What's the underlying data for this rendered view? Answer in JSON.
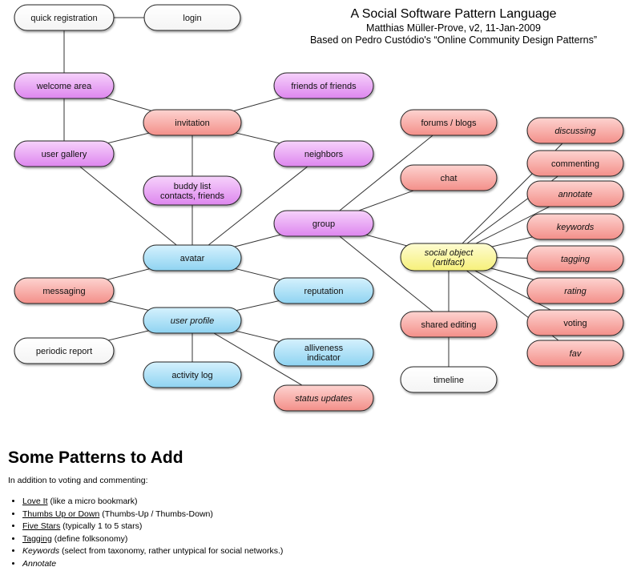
{
  "title": {
    "main": "A Social Software Pattern Language",
    "author": "Matthias Müller-Prove, v2, 11-Jan-2009",
    "credit": "Based on Pedro Custódio's “Online Community Design Patterns”"
  },
  "colors": {
    "white": "#ffffff",
    "purple": "#e79cf3",
    "red": "#f8a7a2",
    "blue": "#a6def6",
    "yellow": "#fbf79a"
  },
  "nodes": [
    {
      "id": "quick-registration",
      "lines": [
        "quick registration"
      ],
      "color": "white"
    },
    {
      "id": "login",
      "lines": [
        "login"
      ],
      "color": "white"
    },
    {
      "id": "welcome-area",
      "lines": [
        "welcome area"
      ],
      "color": "purple"
    },
    {
      "id": "friends-of-friends",
      "lines": [
        "friends of friends"
      ],
      "color": "purple"
    },
    {
      "id": "invitation",
      "lines": [
        "invitation"
      ],
      "color": "red"
    },
    {
      "id": "user-gallery",
      "lines": [
        "user gallery"
      ],
      "color": "purple"
    },
    {
      "id": "neighbors",
      "lines": [
        "neighbors"
      ],
      "color": "purple"
    },
    {
      "id": "buddy-list",
      "lines": [
        "buddy list",
        "contacts, friends"
      ],
      "color": "purple"
    },
    {
      "id": "forums-blogs",
      "lines": [
        "forums / blogs"
      ],
      "color": "red"
    },
    {
      "id": "chat",
      "lines": [
        "chat"
      ],
      "color": "red"
    },
    {
      "id": "group",
      "lines": [
        "group"
      ],
      "color": "purple"
    },
    {
      "id": "avatar",
      "lines": [
        "avatar"
      ],
      "color": "blue"
    },
    {
      "id": "messaging",
      "lines": [
        "messaging"
      ],
      "color": "red"
    },
    {
      "id": "reputation",
      "lines": [
        "reputation"
      ],
      "color": "blue"
    },
    {
      "id": "user-profile",
      "lines": [
        "user profile"
      ],
      "color": "blue",
      "italic": true
    },
    {
      "id": "periodic-report",
      "lines": [
        "periodic report"
      ],
      "color": "white"
    },
    {
      "id": "alliveness",
      "lines": [
        "alliveness",
        "indicator"
      ],
      "color": "blue"
    },
    {
      "id": "activity-log",
      "lines": [
        "activity log"
      ],
      "color": "blue"
    },
    {
      "id": "status-updates",
      "lines": [
        "status updates"
      ],
      "color": "red",
      "italic": true
    },
    {
      "id": "social-object",
      "lines": [
        "social object",
        "(artifact)"
      ],
      "color": "yellow",
      "italic": true
    },
    {
      "id": "shared-editing",
      "lines": [
        "shared editing"
      ],
      "color": "red"
    },
    {
      "id": "timeline",
      "lines": [
        "timeline"
      ],
      "color": "white"
    },
    {
      "id": "discussing",
      "lines": [
        "discussing"
      ],
      "color": "red",
      "italic": true
    },
    {
      "id": "commenting",
      "lines": [
        "commenting"
      ],
      "color": "red"
    },
    {
      "id": "annotate",
      "lines": [
        "annotate"
      ],
      "color": "red",
      "italic": true
    },
    {
      "id": "keywords",
      "lines": [
        "keywords"
      ],
      "color": "red",
      "italic": true
    },
    {
      "id": "tagging",
      "lines": [
        "tagging"
      ],
      "color": "red",
      "italic": true
    },
    {
      "id": "rating",
      "lines": [
        "rating"
      ],
      "color": "red",
      "italic": true
    },
    {
      "id": "voting",
      "lines": [
        "voting"
      ],
      "color": "red"
    },
    {
      "id": "fav",
      "lines": [
        "fav"
      ],
      "color": "red",
      "italic": true
    }
  ],
  "edges": [
    [
      "quick-registration",
      "login"
    ],
    [
      "quick-registration",
      "welcome-area"
    ],
    [
      "welcome-area",
      "invitation"
    ],
    [
      "welcome-area",
      "user-gallery"
    ],
    [
      "friends-of-friends",
      "invitation"
    ],
    [
      "invitation",
      "user-gallery"
    ],
    [
      "invitation",
      "neighbors"
    ],
    [
      "invitation",
      "avatar"
    ],
    [
      "user-gallery",
      "avatar"
    ],
    [
      "neighbors",
      "avatar"
    ],
    [
      "group",
      "avatar"
    ],
    [
      "group",
      "forums-blogs"
    ],
    [
      "group",
      "chat"
    ],
    [
      "group",
      "social-object"
    ],
    [
      "group",
      "shared-editing"
    ],
    [
      "avatar",
      "messaging"
    ],
    [
      "avatar",
      "reputation"
    ],
    [
      "messaging",
      "user-profile"
    ],
    [
      "reputation",
      "user-profile"
    ],
    [
      "user-profile",
      "periodic-report"
    ],
    [
      "user-profile",
      "alliveness"
    ],
    [
      "user-profile",
      "activity-log"
    ],
    [
      "user-profile",
      "status-updates"
    ],
    [
      "social-object",
      "discussing"
    ],
    [
      "social-object",
      "commenting"
    ],
    [
      "social-object",
      "annotate"
    ],
    [
      "social-object",
      "keywords"
    ],
    [
      "social-object",
      "tagging"
    ],
    [
      "social-object",
      "rating"
    ],
    [
      "social-object",
      "voting"
    ],
    [
      "social-object",
      "fav"
    ],
    [
      "social-object",
      "shared-editing"
    ],
    [
      "shared-editing",
      "timeline"
    ]
  ],
  "section": {
    "heading": "Some Patterns to Add",
    "intro": "In addition to voting and commenting:",
    "items": [
      {
        "term": "Love It",
        "desc": " (like a micro bookmark)",
        "style": "underline"
      },
      {
        "term": "Thumbs Up or Down",
        "desc": " (Thumbs-Up / Thumbs-Down)",
        "style": "underline"
      },
      {
        "term": "Five Stars",
        "desc": " (typically 1 to 5 stars)",
        "style": "underline"
      },
      {
        "term": "Tagging",
        "desc": " (define folksonomy)",
        "style": "underline"
      },
      {
        "term": "Keywords",
        "desc": " (select from taxonomy, rather untypical for social networks.)",
        "style": "italic"
      },
      {
        "term": "Annotate",
        "desc": "",
        "style": "italic"
      }
    ]
  }
}
